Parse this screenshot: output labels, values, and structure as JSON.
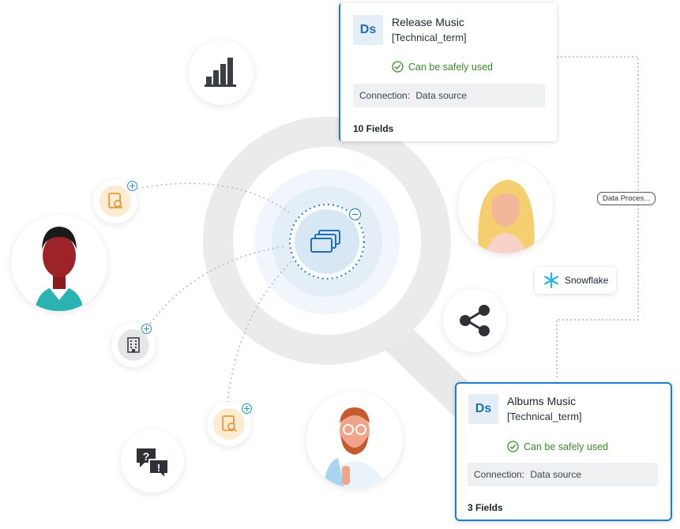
{
  "cards": [
    {
      "badge": "Ds",
      "title": "Release Music",
      "subtitle": "[Technical_term]",
      "status": "Can be safely used",
      "connection_label": "Connection:",
      "connection_value": "Data source",
      "fields": "10 Fields"
    },
    {
      "badge": "Ds",
      "title": "Albums Music",
      "subtitle": "[Technical_term]",
      "status": "Can be safely used",
      "connection_label": "Connection:",
      "connection_value": "Data source",
      "fields": "3 Fields"
    }
  ],
  "tag_label": "Data Proces...",
  "snowflake_label": "Snowflake",
  "icons": {
    "chart": "bar-chart-icon",
    "share": "share-icon",
    "chat": "question-alert-chat-icon",
    "building": "building-icon",
    "doc_search_1": "document-search-icon",
    "doc_search_2": "document-search-icon",
    "stack": "stacked-cards-icon"
  },
  "colors": {
    "accent": "#1f8fd1",
    "success": "#3a8a2a",
    "badge_bg": "#e4eef6",
    "card_active_border": "#1f7fc4"
  }
}
